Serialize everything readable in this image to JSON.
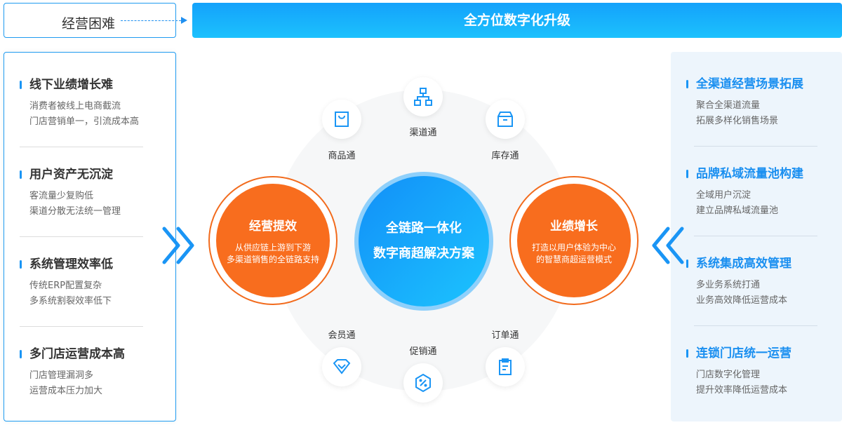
{
  "header": {
    "left_title": "经营困难",
    "right_title": "全方位数字化升级"
  },
  "problems": [
    {
      "title": "线下业绩增长难",
      "lines": [
        "消费者被线上电商截流",
        "门店营销单一，引流成本高"
      ]
    },
    {
      "title": "用户资产无沉淀",
      "lines": [
        "客流量少复购低",
        "渠道分散无法统一管理"
      ]
    },
    {
      "title": "系统管理效率低",
      "lines": [
        "传统ERP配置复杂",
        "多系统割裂效率低下"
      ]
    },
    {
      "title": "多门店运营成本高",
      "lines": [
        "门店管理漏洞多",
        "运营成本压力加大"
      ]
    }
  ],
  "solutions": [
    {
      "title": "全渠道经营场景拓展",
      "lines": [
        "聚合全渠道流量",
        "拓展多样化销售场景"
      ]
    },
    {
      "title": "品牌私域流量池构建",
      "lines": [
        "全域用户沉淀",
        "建立品牌私域流量池"
      ]
    },
    {
      "title": "系统集成高效管理",
      "lines": [
        "多业务系统打通",
        "业务高效降低运营成本"
      ]
    },
    {
      "title": "连锁门店统一运营",
      "lines": [
        "门店数字化管理",
        "提升效率降低运营成本"
      ]
    }
  ],
  "center": {
    "line1": "全链路一体化",
    "line2": "数字商超解决方案"
  },
  "left_circle": {
    "title": "经营提效",
    "line1": "从供应链上游到下游",
    "line2": "多渠道销售的全链路支持"
  },
  "right_circle": {
    "title": "业绩增长",
    "line1": "打造以用户体验为中心",
    "line2": "的智慧商超运营模式"
  },
  "modules": {
    "channel": "渠道通",
    "goods": "商品通",
    "stock": "库存通",
    "member": "会员通",
    "promo": "促销通",
    "order": "订单通"
  },
  "colors": {
    "blue": "#1a95f5",
    "orange": "#f86d1e"
  }
}
